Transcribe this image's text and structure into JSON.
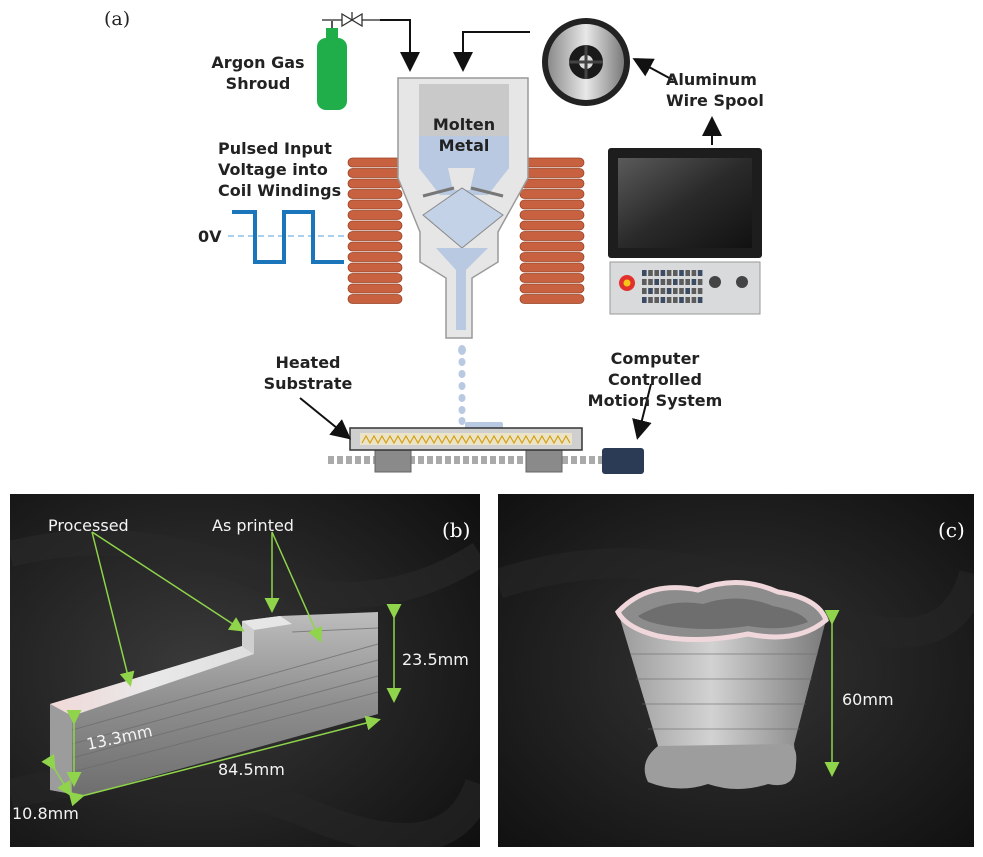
{
  "panel_a": {
    "tag": "(a)",
    "labels": {
      "argon": "Argon Gas\nShroud",
      "molten": "Molten\nMetal",
      "spool": "Aluminum\nWire Spool",
      "pulse": "Pulsed Input\nVoltage into\nCoil Windings",
      "zero_v": "0V",
      "substrate": "Heated\nSubstrate",
      "motion": "Computer\nControlled\nMotion System"
    },
    "colors": {
      "coil": "#c8613f",
      "gas_cylinder": "#1fae4a",
      "pulse_line": "#1b75bb",
      "molten": "#b9c9e2"
    }
  },
  "panel_b": {
    "tag": "(b)",
    "labels": {
      "processed": "Processed",
      "as_printed": "As printed",
      "height": "23.5mm",
      "length": "84.5mm",
      "width": "13.3mm",
      "depth": "10.8mm"
    }
  },
  "panel_c": {
    "tag": "(c)",
    "labels": {
      "height": "60mm"
    }
  },
  "colors": {
    "dimension_arrow": "#8fd44a",
    "photo_bg": "#151515"
  }
}
